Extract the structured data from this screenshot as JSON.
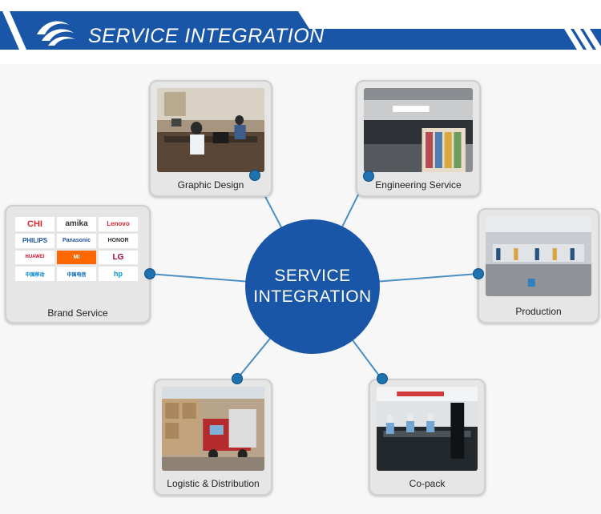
{
  "header": {
    "title": "SERVICE INTEGRATION",
    "colors": {
      "banner": "#1a56a8",
      "accent_stripes": "#1a56a8"
    }
  },
  "hub": {
    "line1": "SERVICE",
    "line2": "INTEGRATION",
    "color": "#1a56a8"
  },
  "services": [
    {
      "id": "graphic-design",
      "label": "Graphic Design"
    },
    {
      "id": "engineering-service",
      "label": "Engineering Service"
    },
    {
      "id": "brand-service",
      "label": "Brand Service"
    },
    {
      "id": "production",
      "label": "Production"
    },
    {
      "id": "logistic-distribution",
      "label": "Logistic & Distribution"
    },
    {
      "id": "co-pack",
      "label": "Co-pack"
    }
  ],
  "brands": [
    {
      "name": "CHI",
      "color": "#d7252b"
    },
    {
      "name": "amika",
      "color": "#333333"
    },
    {
      "name": "Lenovo",
      "color": "#d7252b"
    },
    {
      "name": "PHILIPS",
      "color": "#1c4f9c"
    },
    {
      "name": "Panasonic",
      "color": "#1c4f9c"
    },
    {
      "name": "HONOR",
      "color": "#333333"
    },
    {
      "name": "HUAWEI",
      "color": "#c8102e"
    },
    {
      "name": "MI",
      "color": "#ff6700"
    },
    {
      "name": "LG",
      "color": "#a50034"
    },
    {
      "name": "中国移动",
      "color": "#0085d0"
    },
    {
      "name": "中国电信",
      "color": "#0066b3"
    },
    {
      "name": "hp",
      "color": "#0096d6"
    }
  ]
}
